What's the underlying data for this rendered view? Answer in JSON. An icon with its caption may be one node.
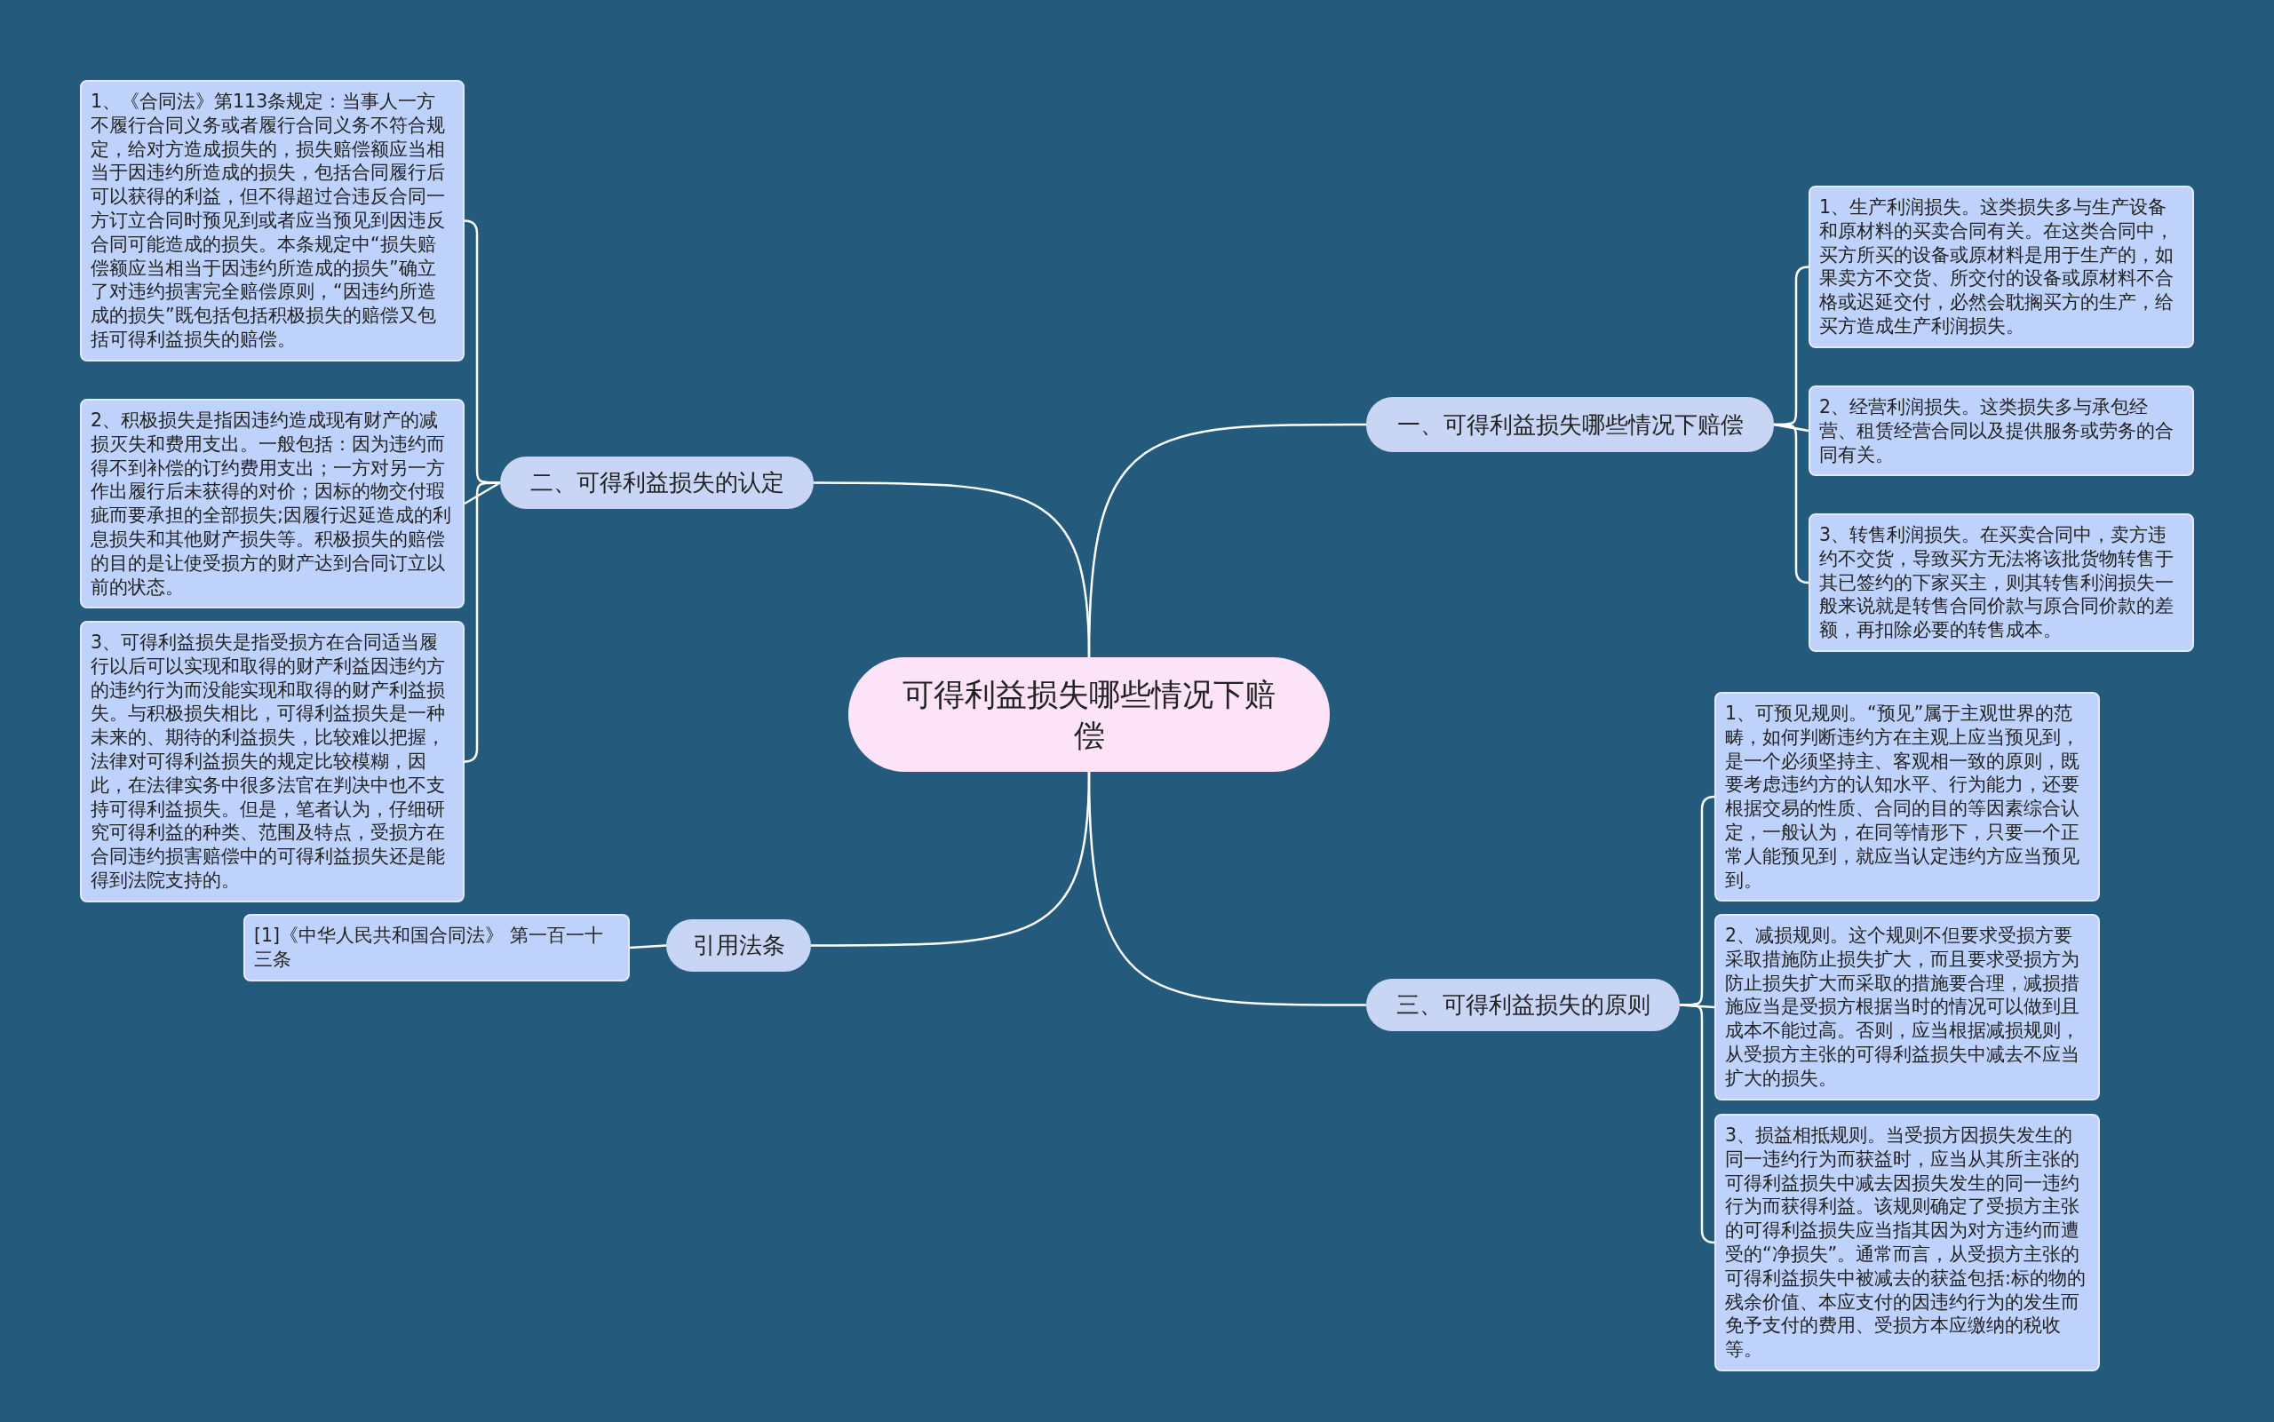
{
  "diagram": {
    "nodes": [
      {
        "text": [
          "可得利益损失哪些情况下赔偿"
        ]
      },
      {
        "text": [
          "一、可得利益损失哪些情况下赔偿"
        ]
      },
      {
        "text": [
          "1、生产利润损失。这类损失多与生产设备和原材料的买卖合同有关。在这类合同中，买方所买的设备或原材料是用于生产的，如果卖方不交货、所交付的设备或原材料不合格或迟延交付，必然会耽搁买方的生产，给买方造成生产利润损失。"
        ]
      },
      {
        "text": [
          "2、经营利润损失。这类损失多与承包经营、租赁经营合同以及提供服务或劳务的合同有关。"
        ]
      },
      {
        "text": [
          "3、转售利润损失。在买卖合同中，卖方违约不交货，导致买方无法将该批货物转售于其已签约的下家买主，则其转售利润损失一般来说就是转售合同价款与原合同价款的差额，再扣除必要的转售成本。"
        ]
      },
      {
        "text": [
          "二、可得利益损失的认定"
        ]
      },
      {
        "text": [
          "1、《合同法》第113条规定：当事人一方不履行合同义务或者履行合同义务不符合规定，给对方造成损失的，损失赔偿额应当相当于因违约所造成的损失，包括合同履行后可以获得的利益，但不得超过合违反合同一方订立合同时预见到或者应当预见到因违反合同可能造成的损失。本条规定中“损失赔偿额应当相当于因违约所造成的损失”确立了对违约损害完全赔偿原则，“因违约所造成的损失”既包括包括积极损失的赔偿又包括可得利益损失的赔偿。"
        ]
      },
      {
        "text": [
          "2、积极损失是指因违约造成现有财产的减损灭失和费用支出。一般包括：因为违约而得不到补偿的订约费用支出；一方对另一方作出履行后未获得的对价；因标的物交付瑕疵而要承担的全部损失;因履行迟延造成的利息损失和其他财产损失等。积极损失的赔偿的目的是让使受损方的财产达到合同订立以前的状态。"
        ]
      },
      {
        "text": [
          "3、可得利益损失是指受损方在合同适当履行以后可以实现和取得的财产利益因违约方的违约行为而没能实现和取得的财产利益损失。与积极损失相比，可得利益损失是一种未来的、期待的利益损失，比较难以把握，法律对可得利益损失的规定比较模糊，因此，在法律实务中很多法官在判决中也不支持可得利益损失。但是，笔者认为，仔细研究可得利益的种类、范围及特点，受损方在合同违约损害赔偿中的可得利益损失还是能得到法院支持的。"
        ]
      },
      {
        "text": [
          "三、可得利益损失的原则"
        ]
      },
      {
        "text": [
          "1、可预见规则。“预见”属于主观世界的范畴，如何判断违约方在主观上应当预见到，是一个必须坚持主、客观相一致的原则，既要考虑违约方的认知水平、行为能力，还要根据交易的性质、合同的目的等因素综合认定，一般认为，在同等情形下，只要一个正常人能预见到，就应当认定违约方应当预见到。"
        ]
      },
      {
        "text": [
          "2、减损规则。这个规则不但要求受损方要采取措施防止损失扩大，而且要求受损方为防止损失扩大而采取的措施要合理，减损措施应当是受损方根据当时的情况可以做到且成本不能过高。否则，应当根据减损规则，从受损方主张的可得利益损失中减去不应当扩大的损失。"
        ]
      },
      {
        "text": [
          "3、损益相抵规则。当受损方因损失发生的同一违约行为而获益时，应当从其所主张的可得利益损失中减去因损失发生的同一违约行为而获得利益。该规则确定了受损方主张的可得利益损失应当指其因为对方违约而遭受的“净损失”。通常而言，从受损方主张的可得利益损失中被减去的获益包括:标的物的残余价值、本应支付的因违约行为的发生而免予支付的费用、受损方本应缴纳的税收等。"
        ]
      },
      {
        "text": [
          "引用法条"
        ]
      },
      {
        "text": [
          "[1]《中华人民共和国合同法》 第一百一十三条"
        ]
      }
    ],
    "edges": [
      {
        "from": 0,
        "to": 1,
        "arrow": "none"
      },
      {
        "from": 1,
        "to": 2,
        "arrow": "none"
      },
      {
        "from": 1,
        "to": 3,
        "arrow": "none"
      },
      {
        "from": 1,
        "to": 4,
        "arrow": "none"
      },
      {
        "from": 0,
        "to": 5,
        "arrow": "none"
      },
      {
        "from": 5,
        "to": 6,
        "arrow": "none"
      },
      {
        "from": 5,
        "to": 7,
        "arrow": "none"
      },
      {
        "from": 5,
        "to": 8,
        "arrow": "none"
      },
      {
        "from": 0,
        "to": 9,
        "arrow": "none"
      },
      {
        "from": 9,
        "to": 10,
        "arrow": "none"
      },
      {
        "from": 9,
        "to": 11,
        "arrow": "none"
      },
      {
        "from": 9,
        "to": 12,
        "arrow": "none"
      },
      {
        "from": 0,
        "to": 13,
        "arrow": "none"
      },
      {
        "from": 13,
        "to": 14,
        "arrow": "none"
      }
    ]
  }
}
